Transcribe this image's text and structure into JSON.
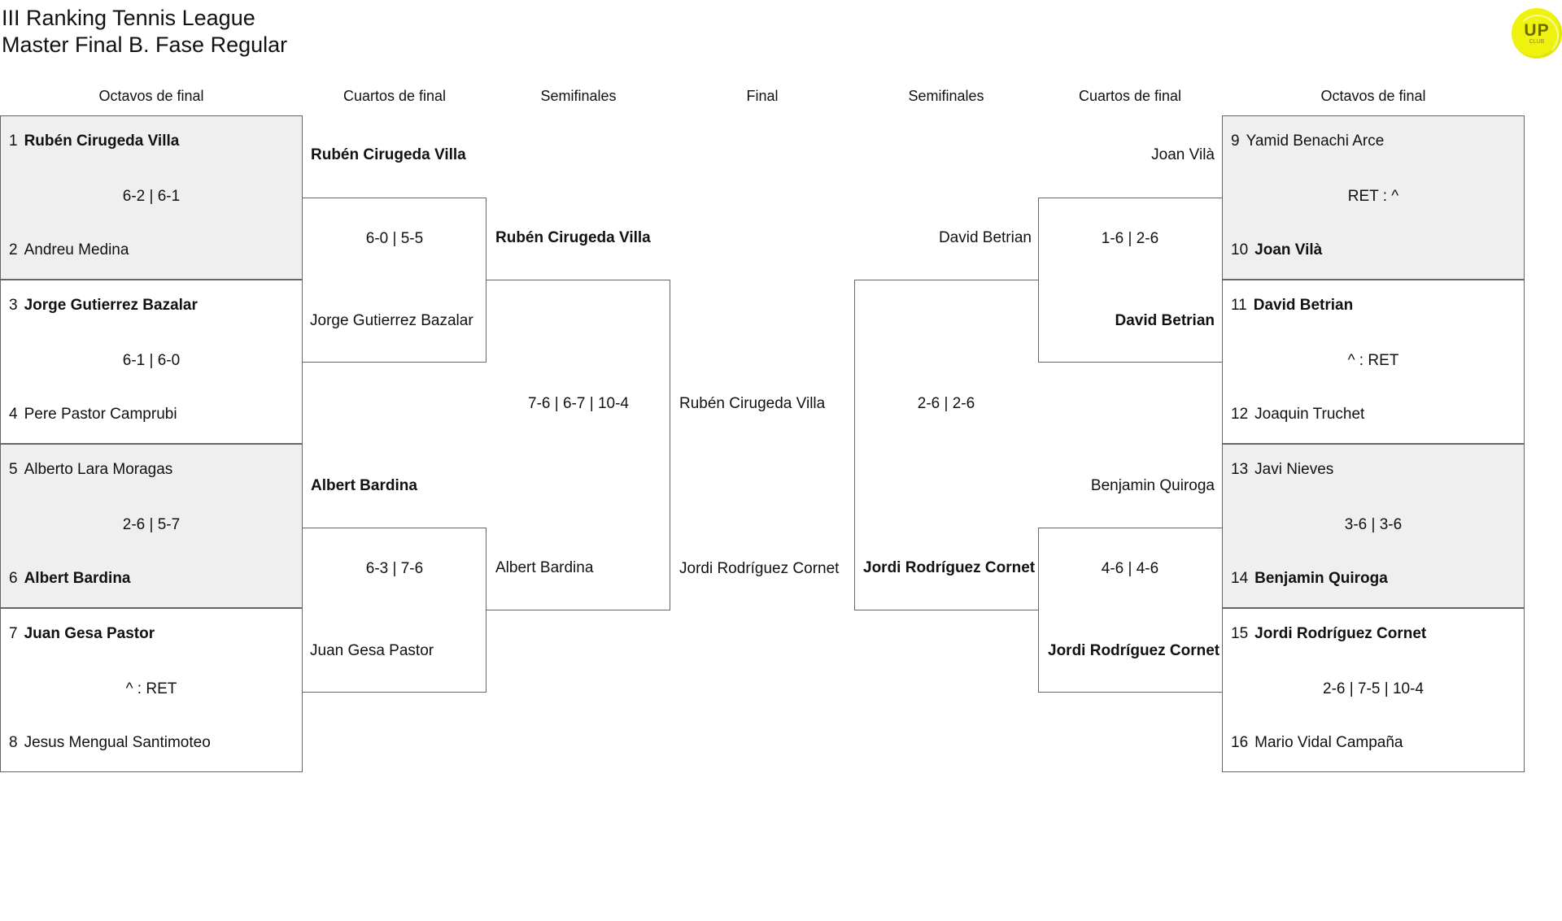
{
  "title": {
    "line1": "III Ranking Tennis League",
    "line2": "Master Final B. Fase Regular"
  },
  "logo": {
    "text": "UP",
    "sub": "CLUB",
    "color": "#eef20c"
  },
  "headers": {
    "left_r16": "Octavos de final",
    "left_qf": "Cuartos de final",
    "left_sf": "Semifinales",
    "final": "Final",
    "right_sf": "Semifinales",
    "right_qf": "Cuartos de final",
    "right_r16": "Octavos de final"
  },
  "left_r16": [
    {
      "seed1": "1",
      "player1": "Rubén Cirugeda Villa",
      "score": "6-2 | 6-1",
      "seed2": "2",
      "player2": "Andreu Medina"
    },
    {
      "seed1": "3",
      "player1": "Jorge Gutierrez Bazalar",
      "score": "6-1 | 6-0",
      "seed2": "4",
      "player2": "Pere Pastor Camprubi"
    },
    {
      "seed1": "5",
      "player1": "Alberto Lara Moragas",
      "score": "2-6 | 5-7",
      "seed2": "6",
      "player2": "Albert Bardina"
    },
    {
      "seed1": "7",
      "player1": "Juan Gesa Pastor",
      "score": "^ : RET",
      "seed2": "8",
      "player2": "Jesus Mengual Santimoteo"
    }
  ],
  "left_qf": [
    {
      "player1": "Rubén Cirugeda Villa",
      "score": "6-0 | 5-5",
      "player2": "Jorge Gutierrez Bazalar"
    },
    {
      "player1": "Albert Bardina",
      "score": "6-3 | 7-6",
      "player2": "Juan Gesa Pastor"
    }
  ],
  "left_sf": {
    "player1": "Rubén Cirugeda Villa",
    "score": "7-6 | 6-7 | 10-4",
    "player2": "Albert Bardina"
  },
  "final": {
    "player1": "Rubén Cirugeda Villa",
    "player2": "Jordi Rodríguez Cornet"
  },
  "right_sf": {
    "player1": "David Betrian",
    "score": "2-6 | 2-6",
    "player2": "Jordi Rodríguez Cornet"
  },
  "right_qf": [
    {
      "player1": "Joan Vilà",
      "score": "1-6 | 2-6",
      "player2": "David Betrian"
    },
    {
      "player1": "Benjamin Quiroga",
      "score": "4-6 | 4-6",
      "player2": "Jordi Rodríguez Cornet"
    }
  ],
  "right_r16": [
    {
      "seed1": "9",
      "player1": "Yamid Benachi Arce",
      "score": "RET : ^",
      "seed2": "10",
      "player2": "Joan Vilà"
    },
    {
      "seed1": "11",
      "player1": "David Betrian",
      "score": "^ : RET",
      "seed2": "12",
      "player2": "Joaquin Truchet"
    },
    {
      "seed1": "13",
      "player1": "Javi Nieves",
      "score": "3-6 | 3-6",
      "seed2": "14",
      "player2": "Benjamin Quiroga"
    },
    {
      "seed1": "15",
      "player1": "Jordi Rodríguez Cornet",
      "score": "2-6 | 7-5 | 10-4",
      "seed2": "16",
      "player2": "Mario Vidal Campaña"
    }
  ]
}
